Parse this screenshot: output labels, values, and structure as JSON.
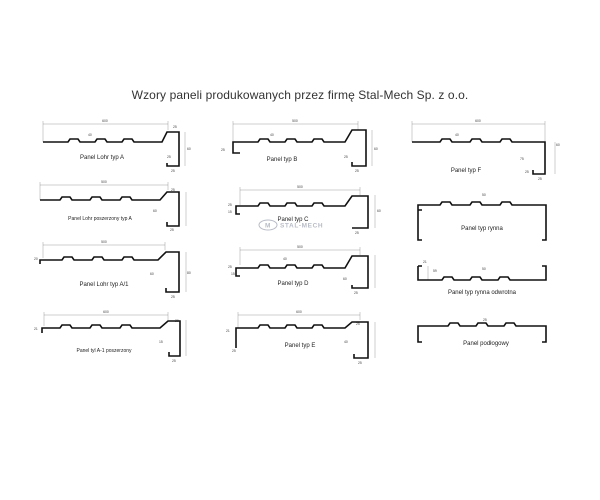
{
  "title": "Wzory paneli produkowanych przez firmę Stal-Mech Sp. z o.o.",
  "watermark": {
    "mark": "M",
    "text": "STAL-MECH"
  },
  "panels": [
    {
      "label": "Panel Lohr typ A",
      "dims": [
        "600",
        "25",
        "40",
        "60",
        "25",
        "25"
      ]
    },
    {
      "label": "Panel Lohr poszerzony typ A",
      "dims": [
        "500",
        "25",
        "60",
        "25"
      ]
    },
    {
      "label": "Panel Lohr typ A/1",
      "dims": [
        "500",
        "20",
        "60",
        "80",
        "25"
      ]
    },
    {
      "label": "Panel tyl A-1 poszerzony",
      "dims": [
        "600",
        "21",
        "20",
        "15",
        "25"
      ]
    },
    {
      "label": "Panel typ B",
      "dims": [
        "500",
        "40",
        "25",
        "60",
        "25",
        "25"
      ]
    },
    {
      "label": "Panel typ C",
      "dims": [
        "500",
        "25",
        "15",
        "60",
        "25"
      ]
    },
    {
      "label": "Panel typ D",
      "dims": [
        "500",
        "40",
        "25",
        "60",
        "25",
        "15"
      ]
    },
    {
      "label": "Panel typ E",
      "dims": [
        "600",
        "21",
        "25",
        "40",
        "25",
        "25"
      ]
    },
    {
      "label": "Panel typ F",
      "dims": [
        "600",
        "40",
        "25",
        "60",
        "75",
        "25"
      ]
    },
    {
      "label": "Panel typ rynna",
      "dims": [
        "50"
      ]
    },
    {
      "label": "Panel typ rynna odwrotna",
      "dims": [
        "21",
        "59",
        "50"
      ]
    },
    {
      "label": "Panel podłogowy",
      "dims": [
        "25"
      ]
    }
  ],
  "colors": {
    "line": "#111111",
    "dimension": "#777777",
    "text": "#222222"
  }
}
